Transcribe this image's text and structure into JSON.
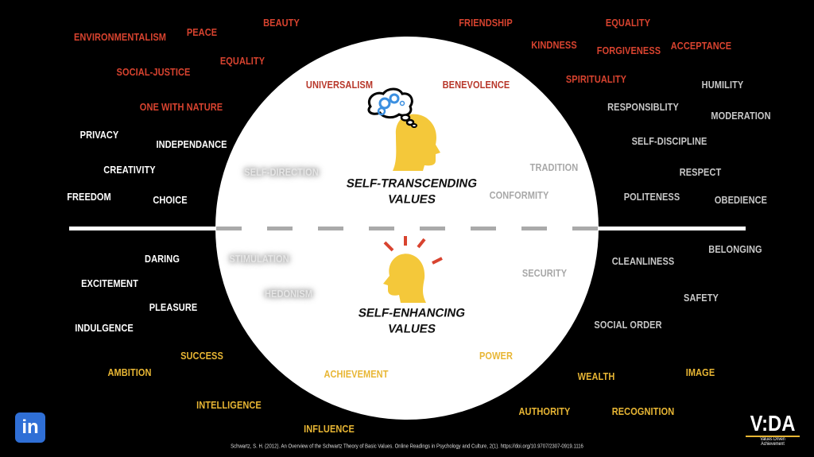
{
  "words": [
    {
      "text": "ENVIRONMENTALISM"
    },
    {
      "text": "PEACE"
    },
    {
      "text": "BEAUTY"
    },
    {
      "text": "EQUALITY"
    },
    {
      "text": "SOCIAL-JUSTICE"
    },
    {
      "text": "ONE WITH NATURE"
    },
    {
      "text": "FRIENDSHIP"
    },
    {
      "text": "EQUALITY"
    },
    {
      "text": "KINDNESS"
    },
    {
      "text": "FORGIVENESS"
    },
    {
      "text": "ACCEPTANCE"
    },
    {
      "text": "SPIRITUALITY"
    },
    {
      "text": "UNIVERSALISM"
    },
    {
      "text": "BENEVOLENCE"
    },
    {
      "text": "PRIVACY"
    },
    {
      "text": "INDEPENDANCE"
    },
    {
      "text": "CREATIVITY"
    },
    {
      "text": "FREEDOM"
    },
    {
      "text": "CHOICE"
    },
    {
      "text": "HUMILITY"
    },
    {
      "text": "RESPONSIBLITY"
    },
    {
      "text": "MODERATION"
    },
    {
      "text": "SELF-DISCIPLINE"
    },
    {
      "text": "RESPECT"
    },
    {
      "text": "POLITENESS"
    },
    {
      "text": "OBEDIENCE"
    },
    {
      "text": "SELF-DIRECTION"
    },
    {
      "text": "TRADITION"
    },
    {
      "text": "CONFORMITY"
    },
    {
      "text": "STIMULATION"
    },
    {
      "text": "HEDONISM"
    },
    {
      "text": "SECURITY"
    },
    {
      "text": "DARING"
    },
    {
      "text": "EXCITEMENT"
    },
    {
      "text": "PLEASURE"
    },
    {
      "text": "INDULGENCE"
    },
    {
      "text": "CLEANLINESS"
    },
    {
      "text": "BELONGING"
    },
    {
      "text": "SAFETY"
    },
    {
      "text": "SOCIAL ORDER"
    },
    {
      "text": "SUCCESS"
    },
    {
      "text": "AMBITION"
    },
    {
      "text": "INTELLIGENCE"
    },
    {
      "text": "INFLUENCE"
    },
    {
      "text": "ACHIEVEMENT"
    },
    {
      "text": "POWER"
    },
    {
      "text": "WEALTH"
    },
    {
      "text": "IMAGE"
    },
    {
      "text": "AUTHORITY"
    },
    {
      "text": "RECOGNITION"
    }
  ],
  "titles": {
    "transcending_1": "SELF-TRANSCENDING",
    "transcending_2": "VALUES",
    "enhancing_1": "SELF-ENHANCING",
    "enhancing_2": "VALUES"
  },
  "citation": "Schwartz, S. H. (2012). An Overview of the Schwartz Theory of Basic Values. Online Readings in Psychology and Culture, 2(1). https://doi.org/10.9707/2307-0919.1116",
  "linkedin": {
    "label": "in"
  },
  "logo": {
    "name": "V:DA",
    "tagline": "Values Driven Achievement"
  },
  "colors": {
    "red": "#d8432f",
    "yellow": "#e8b634",
    "blue": "#2f6fd6"
  }
}
